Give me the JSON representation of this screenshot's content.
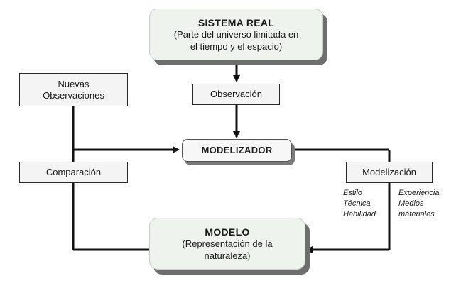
{
  "sistema_real": {
    "title": "SISTEMA REAL",
    "subtitle_line1": "(Parte del universo limitada en",
    "subtitle_line2": "el tiempo y el espacio)"
  },
  "nuevas_observaciones": {
    "line1": "Nuevas",
    "line2": "Observaciones"
  },
  "observacion": "Observación",
  "modelizador": "MODELIZADOR",
  "comparacion": "Comparación",
  "modelizacion": "Modelización",
  "factors_left": [
    "Estilo",
    "Técnica",
    "Habilidad"
  ],
  "factors_right": [
    "Experiencia",
    "Medios",
    "materiales"
  ],
  "modelo": {
    "title": "MODELO",
    "subtitle_line1": "(Representación de la",
    "subtitle_line2": "naturaleza)"
  }
}
